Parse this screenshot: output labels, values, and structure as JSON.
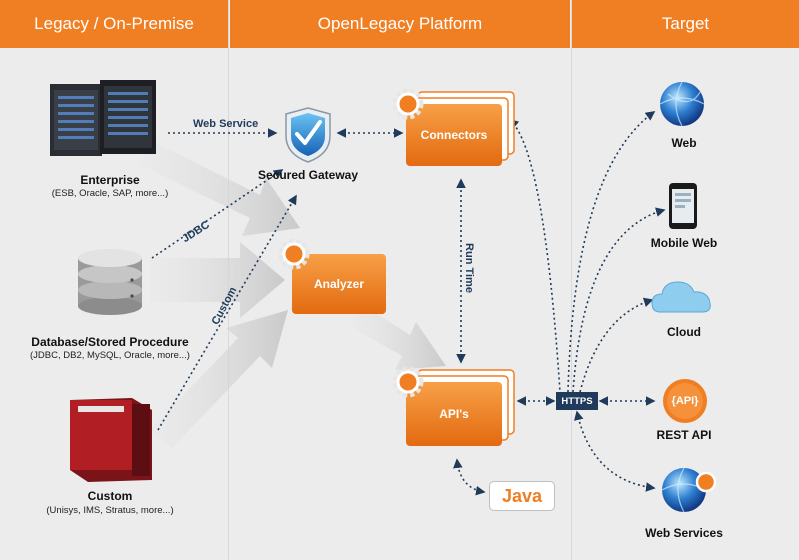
{
  "headers": {
    "legacy": "Legacy / On-Premise",
    "platform": "OpenLegacy Platform",
    "target": "Target"
  },
  "sources": {
    "enterprise": {
      "title": "Enterprise",
      "subtitle": "(ESB, Oracle, SAP, more...)"
    },
    "database": {
      "title": "Database/Stored Procedure",
      "subtitle": "(JDBC, DB2, MySQL, Oracle, more...)"
    },
    "custom": {
      "title": "Custom",
      "subtitle": "(Unisys, IMS, Stratus, more...)"
    }
  },
  "platform": {
    "secured_gateway": "Secured Gateway",
    "connectors": "Connectors",
    "analyzer": "Analyzer",
    "apis": "API's",
    "java": "Java",
    "https": "HTTPS"
  },
  "edges": {
    "web_service": "Web Service",
    "jdbc": "JDBC",
    "custom": "Custom",
    "run_time": "Run Time"
  },
  "targets": {
    "web": "Web",
    "mobile_web": "Mobile Web",
    "cloud": "Cloud",
    "rest_api": "REST API",
    "rest_api_badge": "{API}",
    "web_services": "Web Services"
  },
  "colors": {
    "orange": "#f07e22",
    "navy": "#1f3a5a",
    "background": "#ececec"
  }
}
